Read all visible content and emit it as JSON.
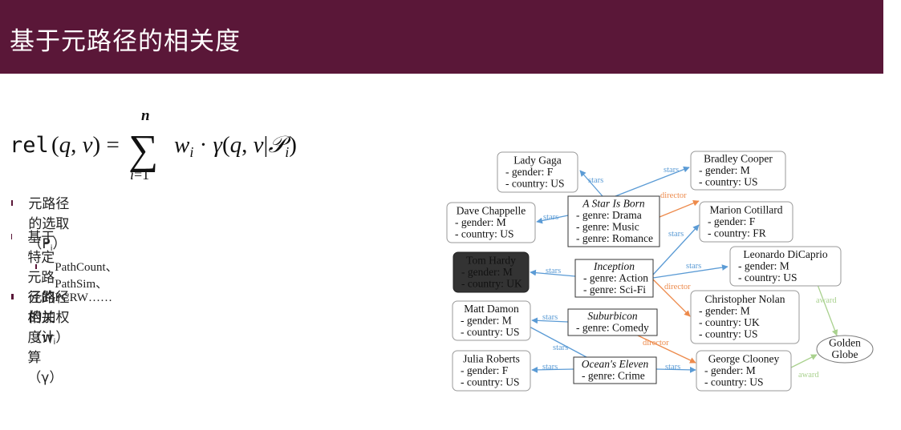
{
  "title": "基于元路径的相关度",
  "formula": {
    "lhs": "rel(q, v) = ",
    "sum_upper": "n",
    "sum_lower": "i=1",
    "rhs": "w_i · γ(q, v|P_i)"
  },
  "bullets": [
    {
      "text": "元路径的选取（P",
      "sub": "i",
      "tail": "）"
    },
    {
      "text": "基于特定元路径的相关度计算（γ）"
    },
    {
      "text": "PathCount、PathSim、PCRW……",
      "level": 2
    },
    {
      "text": "元路径的加权（w",
      "sub": "i",
      "tail": "）"
    }
  ],
  "colors": {
    "title_bar": "#5a1738",
    "stars_edge": "#5b9bd5",
    "director_edge": "#ed8a4b",
    "award_edge": "#a9d18e",
    "highlight_node": "#333333"
  },
  "nodes": {
    "lady_gaga": [
      "Lady Gaga",
      "- gender: F",
      "- country: US"
    ],
    "bradley_cooper": [
      "Bradley Cooper",
      "- gender: M",
      "- country: US"
    ],
    "a_star_is_born": [
      "A Star Is Born",
      "- genre: Drama",
      "- genre: Music",
      "- genre: Romance"
    ],
    "dave_chappelle": [
      "Dave Chappelle",
      "- gender: M",
      "- country: US"
    ],
    "marion_cotillard": [
      "Marion Cotillard",
      "- gender: F",
      "- country: FR"
    ],
    "tom_hardy": [
      "Tom Hardy",
      "- gender: M",
      "- country: UK"
    ],
    "inception": [
      "Inception",
      "- genre: Action",
      "- genre: Sci-Fi"
    ],
    "leonardo_dicaprio": [
      "Leonardo DiCaprio",
      "- gender: M",
      "- country: US"
    ],
    "christopher_nolan": [
      "Christopher Nolan",
      "- gender: M",
      "- country: UK",
      "- country: US"
    ],
    "matt_damon": [
      "Matt Damon",
      "- gender: M",
      "- country: US"
    ],
    "suburbicon": [
      "Suburbicon",
      "- genre: Comedy"
    ],
    "golden_globe": [
      "Golden",
      "Globe"
    ],
    "julia_roberts": [
      "Julia Roberts",
      "- gender: F",
      "- country: US"
    ],
    "oceans_eleven": [
      "Ocean's Eleven",
      "- genre: Crime"
    ],
    "george_clooney": [
      "George Clooney",
      "- gender: M",
      "- country: US"
    ]
  },
  "edge_labels": {
    "stars": "stars",
    "director": "director",
    "award": "award"
  }
}
